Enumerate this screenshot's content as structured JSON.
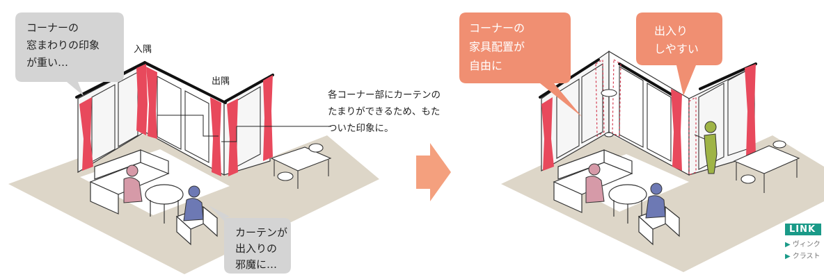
{
  "left": {
    "bubble_top": [
      "コーナーの",
      "窓まわりの印象",
      "が重い…"
    ],
    "label_inner_corner": "入隅",
    "label_outer_corner": "出隅",
    "annotation": [
      "各コーナー部にカーテンの",
      "たまりができるため、もた",
      "ついた印象に。"
    ],
    "bubble_bottom": [
      "カーテンが",
      "出入りの",
      "邪魔に…"
    ]
  },
  "right": {
    "bubble_furniture": [
      "コーナーの",
      "家具配置が",
      "自由に"
    ],
    "bubble_entry": [
      "出入り",
      "しやすい"
    ]
  },
  "links": {
    "badge": "LINK",
    "items": [
      "ヴィンク",
      "クラスト"
    ]
  },
  "colors": {
    "curtain": "#e8495c",
    "floor": "#ddd6c8",
    "bubble_gray": "#d4d4d4",
    "bubble_orange": "#f08f72",
    "arrow": "#f4a07e",
    "person_pink": "#d69aa8",
    "person_blue": "#6d79b4",
    "person_green": "#9fb446",
    "accent_teal": "#1a9a88"
  }
}
